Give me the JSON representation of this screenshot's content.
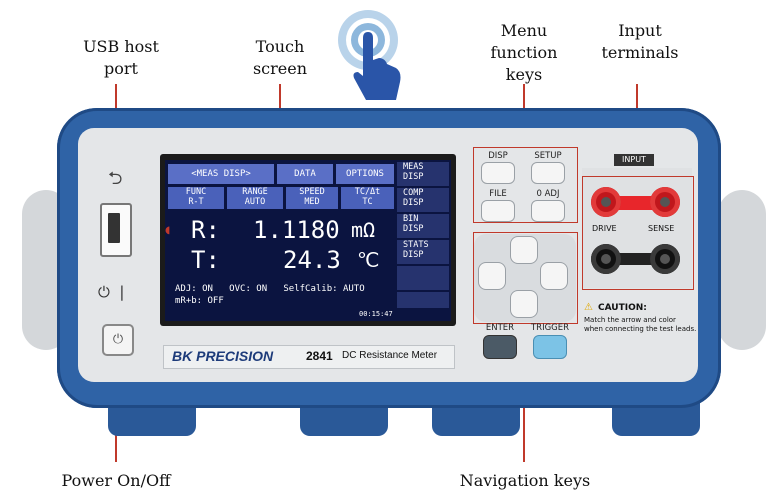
{
  "callouts": {
    "usb": "USB host port",
    "touch": "Touch screen",
    "menu_line1": "Menu function",
    "menu_line2": "keys",
    "input_line1": "Input",
    "input_line2": "terminals",
    "power": "Power On/Off",
    "nav": "Navigation keys"
  },
  "screen": {
    "tab1": "<MEAS DISP>",
    "tab2": "DATA",
    "tab3": "OPTIONS",
    "side1a": "MEAS",
    "side1b": "DISP",
    "side2a": "COMP",
    "side2b": "DISP",
    "side3a": "BIN",
    "side3b": "DISP",
    "side4a": "STATS",
    "side4b": "DISP",
    "func_a": "FUNC",
    "func_b": "R-T",
    "range_a": "RANGE",
    "range_b": "AUTO",
    "speed_a": "SPEED",
    "speed_b": "MED",
    "tc_a": "TC/Δt",
    "tc_b": "TC",
    "r_label": "R:",
    "r_value": "1.1180",
    "r_unit": "mΩ",
    "t_label": "T:",
    "t_value": "24.3",
    "t_unit": "℃",
    "status_line1": "ADJ: ON   OVC: ON   SelfCalib: AUTO",
    "status_line2": "mR+b: OFF",
    "clock": "00:15:47"
  },
  "brand": "BK PRECISION",
  "model": "2841",
  "model_desc": "DC Resistance Meter",
  "keys": {
    "disp": "DISP",
    "setup": "SETUP",
    "file": "FILE",
    "zero_adj": "0 ADJ",
    "enter": "ENTER",
    "trigger": "TRIGGER"
  },
  "terminals": {
    "header": "INPUT",
    "drive": "DRIVE",
    "sense": "SENSE",
    "caution_title": "CAUTION:",
    "caution_line1": "Match the arrow and color",
    "caution_line2": "when connecting the test leads."
  },
  "colors": {
    "frame": "#2f63a6",
    "lcd_bg": "#0b1440",
    "callout_line": "#c0392b",
    "trigger_key": "#7cc3e6",
    "enter_key": "#4b5a66"
  }
}
